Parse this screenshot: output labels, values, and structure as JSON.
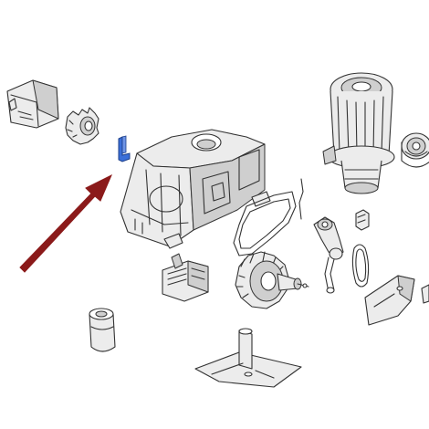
{
  "diagram": {
    "highlight_color": "#3b6fd8",
    "arrow_color": "#8b1a1a",
    "line_color": "#333333",
    "parts": [
      {
        "name": "cover",
        "icon": "cover-icon"
      },
      {
        "name": "small-gear",
        "icon": "gear-icon"
      },
      {
        "name": "highlighted-bracket",
        "icon": "bracket-icon"
      },
      {
        "name": "gearbox-housing",
        "icon": "housing-icon"
      },
      {
        "name": "motor",
        "icon": "motor-icon"
      },
      {
        "name": "pulley",
        "icon": "pulley-icon"
      },
      {
        "name": "gasket",
        "icon": "gasket-icon"
      },
      {
        "name": "clip",
        "icon": "clip-icon"
      },
      {
        "name": "lever",
        "icon": "lever-icon"
      },
      {
        "name": "belt",
        "icon": "belt-icon"
      },
      {
        "name": "transformer",
        "icon": "transformer-icon"
      },
      {
        "name": "worm-gear",
        "icon": "worm-gear-icon"
      },
      {
        "name": "capacitor",
        "icon": "capacitor-icon"
      },
      {
        "name": "cover-plate",
        "icon": "cover-plate-icon"
      },
      {
        "name": "base-shaft",
        "icon": "shaft-icon"
      }
    ]
  }
}
